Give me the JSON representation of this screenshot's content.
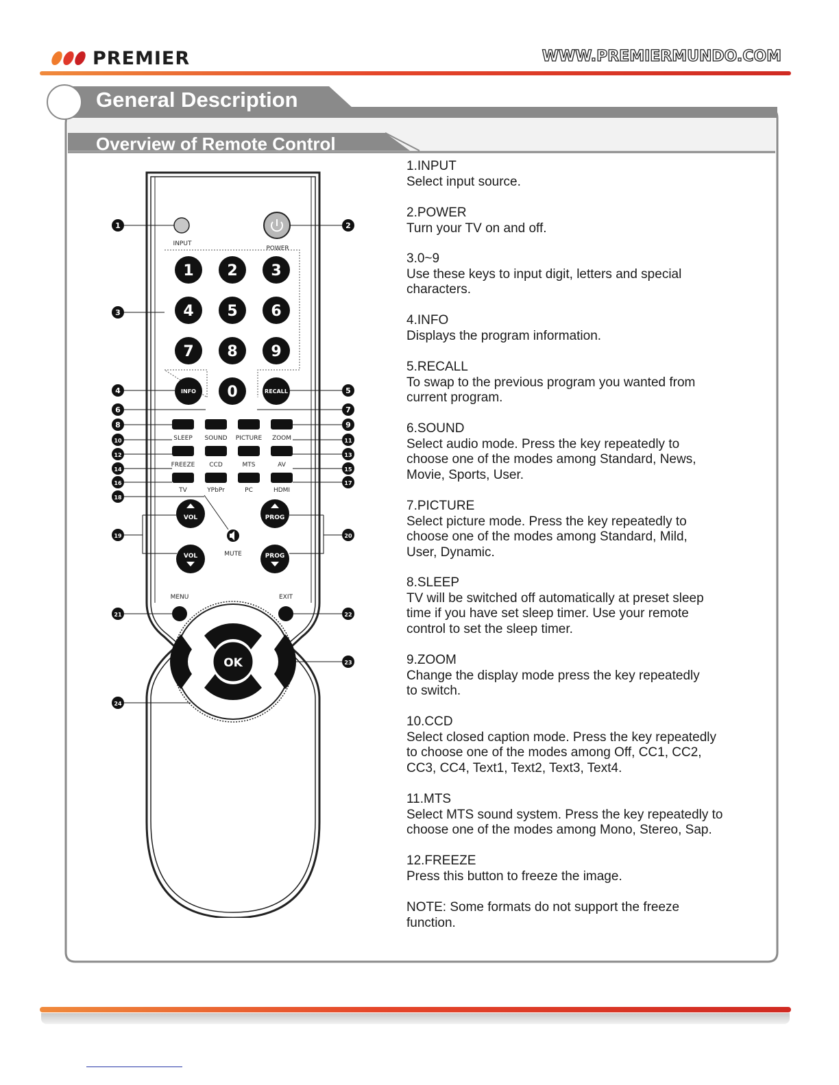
{
  "brand": {
    "name": "PREMIER",
    "website": "WWW.PREMIERMUNDO.COM",
    "dot_colors": [
      "#f07b2c",
      "#e0382a",
      "#c91f22"
    ]
  },
  "section": {
    "title": "General Description",
    "subtitle": "Overview of Remote Control"
  },
  "remote": {
    "labels": {
      "input": "INPUT",
      "power": "POWER",
      "info": "INFO",
      "recall": "RECALL",
      "sleep": "SLEEP",
      "sound": "SOUND",
      "picture": "PICTURE",
      "zoom": "ZOOM",
      "freeze": "FREEZE",
      "ccd": "CCD",
      "mts": "MTS",
      "av": "AV",
      "tv": "TV",
      "ypbpr": "YPbPr",
      "pc": "PC",
      "hdmi": "HDMI",
      "vol": "VOL",
      "prog": "PROG",
      "mute": "MUTE",
      "menu": "MENU",
      "exit": "EXIT",
      "ok": "OK"
    },
    "digits": [
      "1",
      "2",
      "3",
      "4",
      "5",
      "6",
      "7",
      "8",
      "9",
      "0"
    ],
    "callouts": [
      "1",
      "2",
      "3",
      "4",
      "5",
      "6",
      "7",
      "8",
      "9",
      "10",
      "11",
      "12",
      "13",
      "14",
      "15",
      "16",
      "17",
      "18",
      "19",
      "20",
      "21",
      "22",
      "23",
      "24"
    ]
  },
  "descriptions": [
    {
      "title": "1.INPUT",
      "body": "Select input source."
    },
    {
      "title": "2.POWER",
      "body": "Turn your TV on and off."
    },
    {
      "title": "3.0~9",
      "body": "Use these keys to input digit, letters and special\ncharacters."
    },
    {
      "title": "4.INFO",
      "body": "Displays the program information."
    },
    {
      "title": "5.RECALL",
      "body": "To swap to the previous program you wanted from\ncurrent program."
    },
    {
      "title": "6.SOUND",
      "body": "Select audio mode. Press the key repeatedly to\nchoose one of the modes among Standard, News,\nMovie, Sports, User."
    },
    {
      "title": "7.PICTURE",
      "body": "Select picture mode. Press the key repeatedly to\nchoose one of the modes among Standard, Mild,\nUser, Dynamic."
    },
    {
      "title": "8.SLEEP",
      "body": "TV will be switched off automatically at preset sleep\n time if you have set sleep timer. Use your remote\ncontrol to set the sleep timer."
    },
    {
      "title": "9.ZOOM",
      "body": "Change the display mode press the key repeatedly\nto switch."
    },
    {
      "title": "10.CCD",
      "body": "Select closed caption mode. Press the key repeatedly\nto choose one of the modes among Off, CC1, CC2,\nCC3, CC4, Text1, Text2, Text3, Text4."
    },
    {
      "title": "11.MTS",
      "body": "Select MTS sound system. Press the key repeatedly to\nchoose one of the modes among Mono, Stereo, Sap."
    },
    {
      "title": "12.FREEZE",
      "body": "Press this button to freeze the image."
    },
    {
      "title": "",
      "body": "NOTE: Some formats do not support the freeze\nfunction."
    }
  ]
}
